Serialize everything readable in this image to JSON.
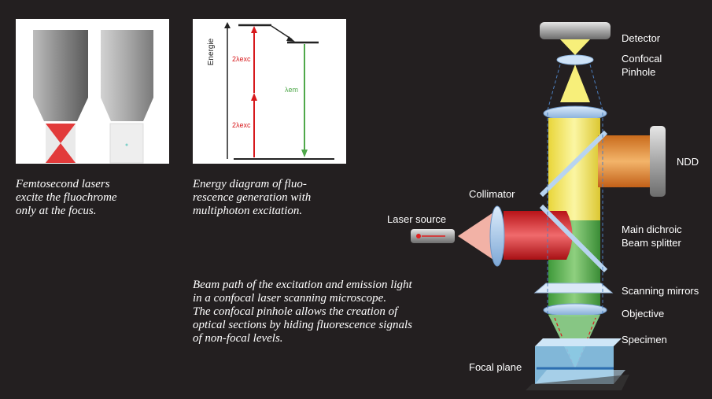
{
  "panel1": {
    "caption": "Femtosecond lasers\nexcite the fluochrome\nonly at the focus."
  },
  "panel2": {
    "axis_label": "Energie",
    "label_left_top": "2λexc",
    "label_left_bottom": "2λexc",
    "label_right": "λem",
    "caption": "Energy diagram of fluo-\nrescence generation with\nmultiphoton excitation."
  },
  "main_caption": "Beam path of the excitation and emission light\nin a confocal laser scanning microscope.\nThe confocal pinhole allows the creation of\noptical sections by hiding fluorescence signals\nof non-focal levels.",
  "labels": {
    "detector": "Detector",
    "confocal_pinhole": "Confocal\nPinhole",
    "ndd": "NDD",
    "collimator": "Collimator",
    "laser_source": "Laser source",
    "main_dichroic": "Main dichroic\nBeam splitter",
    "scanning_mirrors": "Scanning mirrors",
    "objective": "Objective",
    "specimen": "Specimen",
    "focal_plane": "Focal plane"
  },
  "colors": {
    "background": "#231f20",
    "excitation": "#d7191c",
    "emission_yellow": "#f4ea5a",
    "emission_green": "#4fa84a",
    "ndd_orange": "#e48a2a",
    "optics_blue": "#a9c9ea"
  }
}
